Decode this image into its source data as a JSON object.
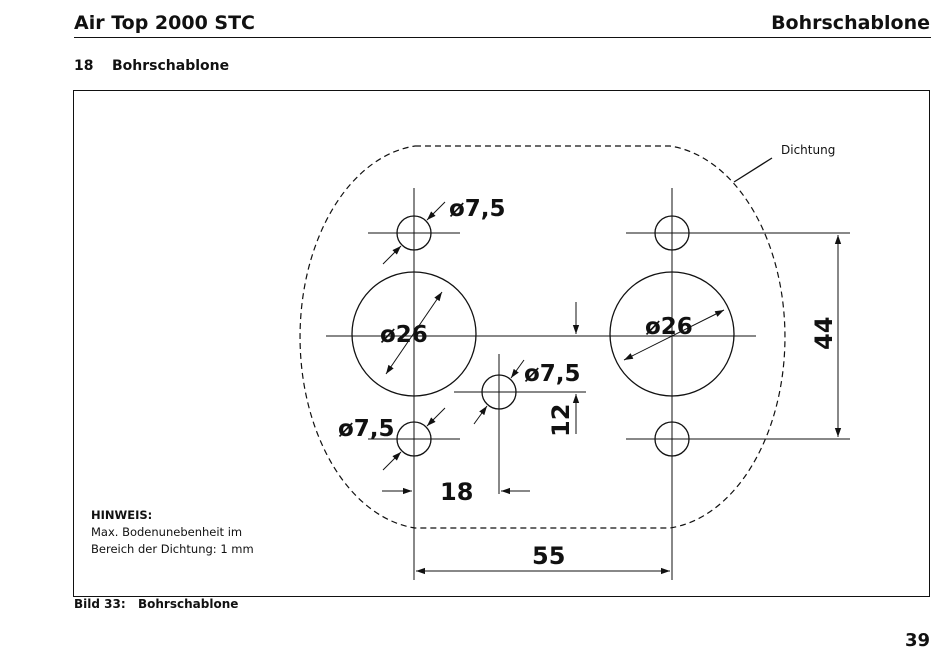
{
  "header": {
    "left_title": "Air Top 2000 STC",
    "right_title": "Bohrschablone"
  },
  "section": {
    "number": "18",
    "title": "Bohrschablone"
  },
  "diagram": {
    "seal_label": "Dichtung",
    "dim_small_hole_top": "ø7,5",
    "dim_large_hole_left": "ø26",
    "dim_large_hole_right": "ø26",
    "dim_small_hole_center": "ø7,5",
    "dim_small_hole_bottom": "ø7,5",
    "dim_vertical_44": "44",
    "dim_vertical_12": "12",
    "dim_horizontal_18": "18",
    "dim_horizontal_55": "55"
  },
  "note": {
    "title": "HINWEIS:",
    "line1": "Max. Bodenunebenheit im",
    "line2": "Bereich der Dichtung: 1 mm"
  },
  "caption": {
    "label": "Bild 33:",
    "title": "Bohrschablone"
  },
  "page_number": "39"
}
